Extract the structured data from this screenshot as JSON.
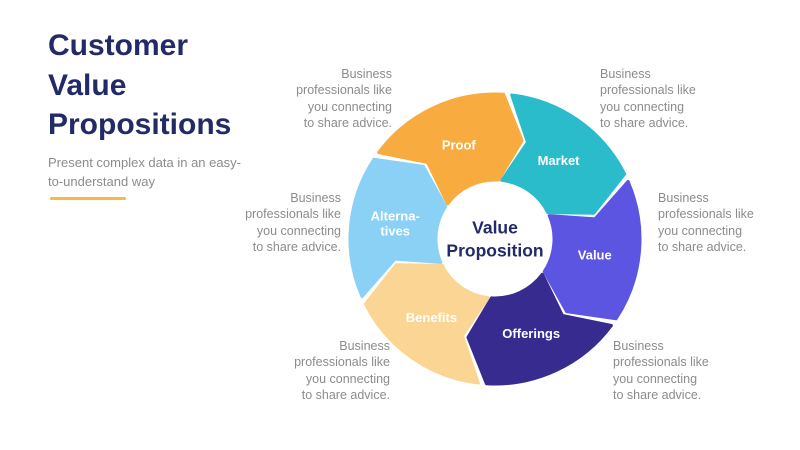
{
  "header": {
    "title": "Customer Value Propositions",
    "subtitle": "Present complex data in an easy-to-understand way"
  },
  "accent_color": "#F8B942",
  "note_lines": [
    "Business",
    "professionals like",
    "you connecting",
    "to share advice."
  ],
  "diagram": {
    "type": "cycle",
    "center_label": "Value Proposition",
    "center_text_color": "#232A68",
    "segments": [
      {
        "id": "proof",
        "label": "Proof",
        "label_lines": [
          "Proof"
        ],
        "color": "#F8AC40",
        "start": 215
      },
      {
        "id": "market",
        "label": "Market",
        "label_lines": [
          "Market"
        ],
        "color": "#2BBCCB",
        "start": 275
      },
      {
        "id": "value",
        "label": "Value",
        "label_lines": [
          "Value"
        ],
        "color": "#5B55E2",
        "start": 335
      },
      {
        "id": "offerings",
        "label": "Offerings",
        "label_lines": [
          "Offerings"
        ],
        "color": "#382B8F",
        "start": 35
      },
      {
        "id": "benefits",
        "label": "Benefits",
        "label_lines": [
          "Benefits"
        ],
        "color": "#FAD593",
        "start": 95
      },
      {
        "id": "alternatives",
        "label": "Alternatives",
        "label_lines": [
          "Alterna-",
          "tives"
        ],
        "color": "#8BD1F5",
        "start": 155
      }
    ]
  }
}
